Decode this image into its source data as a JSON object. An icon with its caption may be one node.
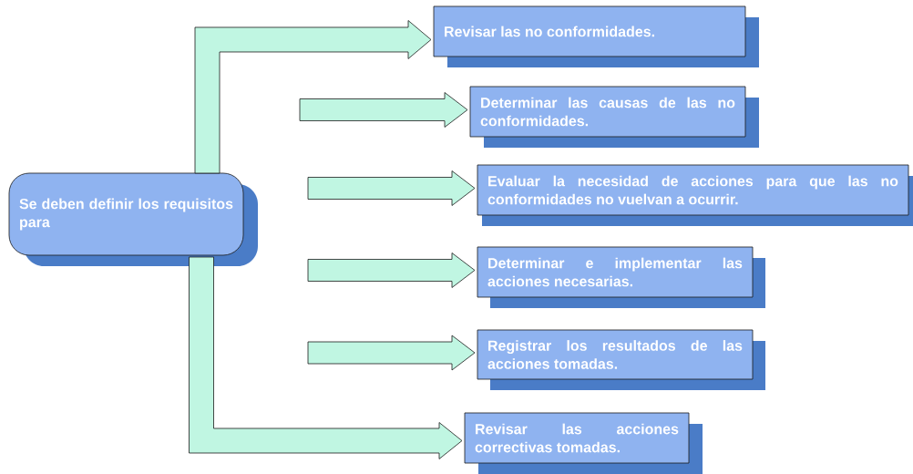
{
  "diagram": {
    "nodes": [
      {
        "text": [
          "Se deben definir los requisitos para"
        ]
      },
      {
        "text": [
          "Revisar las no conformidades."
        ]
      },
      {
        "text": [
          "Determinar las causas de las no conformidades."
        ]
      },
      {
        "text": [
          "Evaluar la necesidad de acciones para que las no conformidades no vuelvan a ocurrir."
        ]
      },
      {
        "text": [
          "Determinar e implementar las acciones necesarias."
        ]
      },
      {
        "text": [
          "Registrar los resultados de las acciones tomadas."
        ]
      },
      {
        "text": [
          "Revisar las acciones correctivas tomadas."
        ]
      }
    ],
    "edges": [
      {
        "from": 0,
        "to": 1,
        "arrow": "to"
      },
      {
        "from": null,
        "to": 2,
        "arrow": "to"
      },
      {
        "from": null,
        "to": 3,
        "arrow": "to"
      },
      {
        "from": null,
        "to": 4,
        "arrow": "to"
      },
      {
        "from": null,
        "to": 5,
        "arrow": "to"
      },
      {
        "from": 0,
        "to": 6,
        "arrow": "to"
      }
    ]
  }
}
